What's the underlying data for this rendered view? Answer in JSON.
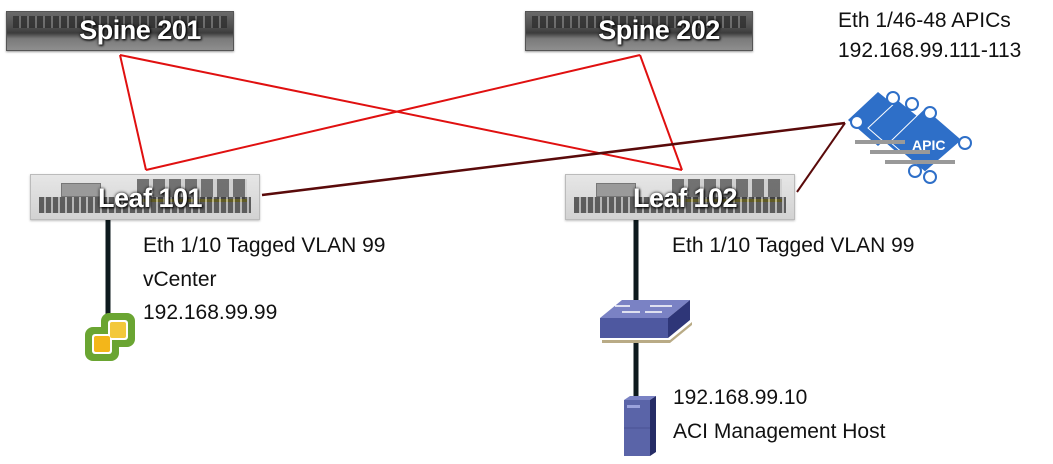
{
  "devices": {
    "spine1": {
      "label": "Spine 201"
    },
    "spine2": {
      "label": "Spine 202"
    },
    "leaf1": {
      "label": "Leaf 101"
    },
    "leaf2": {
      "label": "Leaf 102"
    },
    "apic": {
      "label": "APIC"
    }
  },
  "annotations": {
    "apic_port": "Eth 1/46-48 APICs",
    "apic_ips": "192.168.99.111-113",
    "leaf1_port": "Eth 1/10 Tagged VLAN 99",
    "vcenter_name": "vCenter",
    "vcenter_ip": "192.168.99.99",
    "leaf2_port": "Eth 1/10 Tagged VLAN 99",
    "host_ip": "192.168.99.10",
    "host_name": "ACI Management Host"
  },
  "colors": {
    "fabric_link": "#e01010",
    "apic_link": "#5a0a0a",
    "access_link": "#0e1a1e",
    "apic_blue": "#2e6fc8",
    "switch_blue": "#5a64a8"
  }
}
